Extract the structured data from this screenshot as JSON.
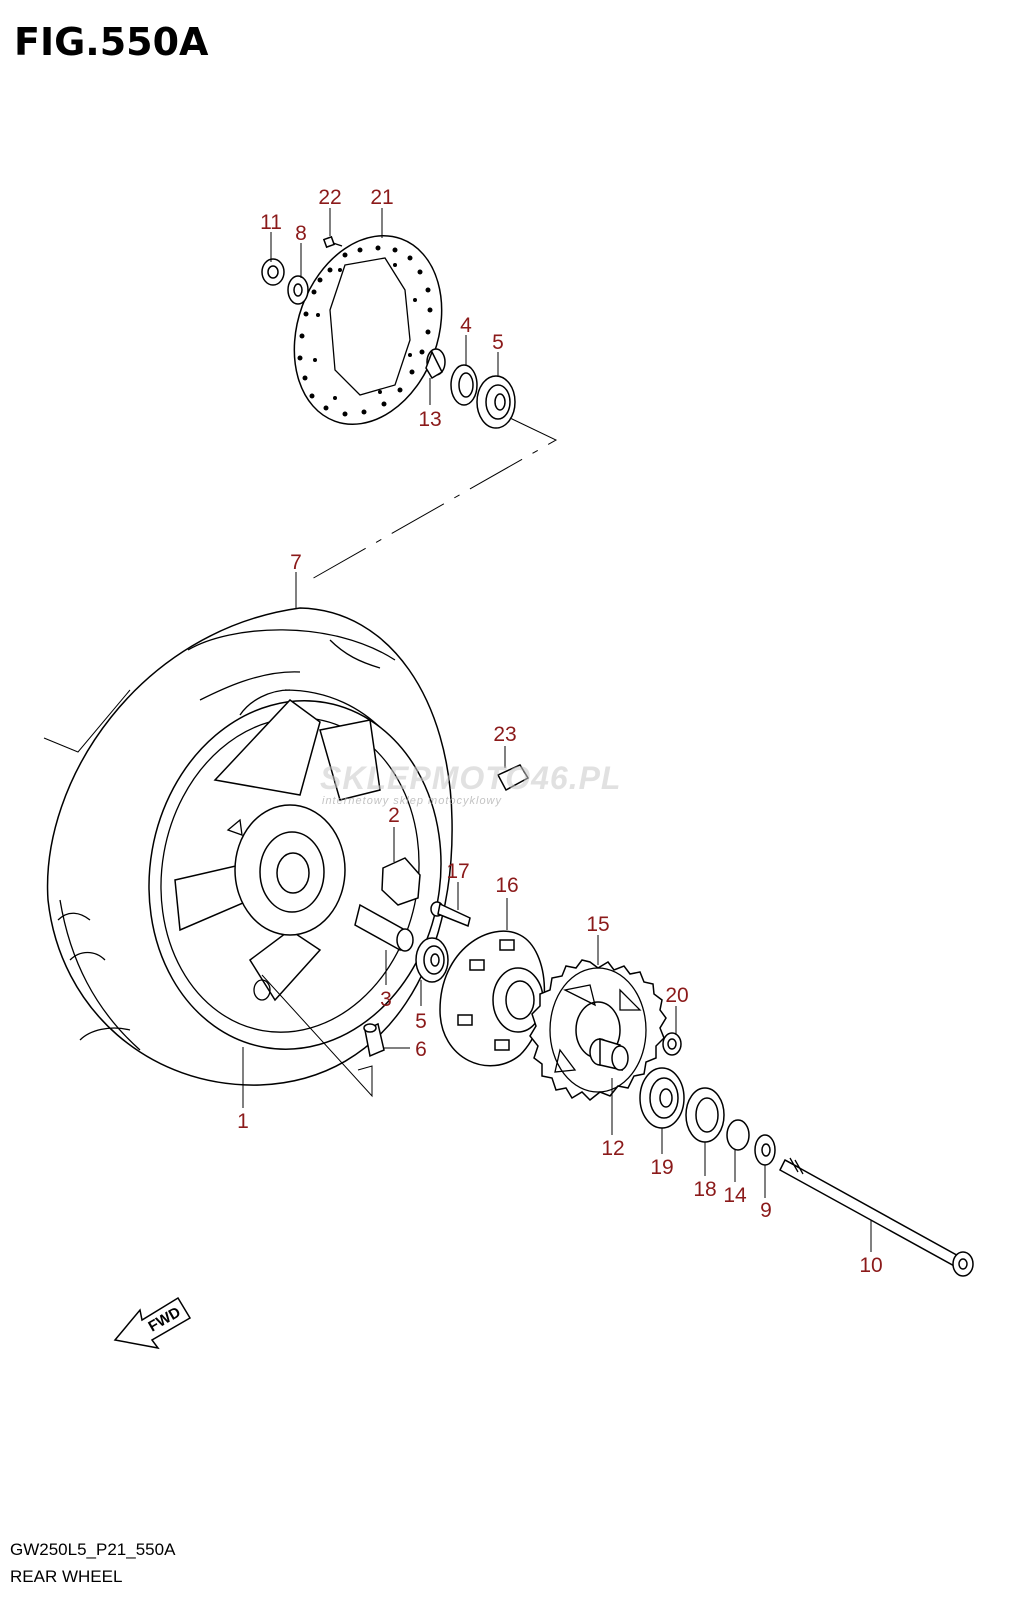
{
  "figure": {
    "title": "FIG.550A",
    "code": "GW250L5_P21_550A",
    "caption": "REAR WHEEL",
    "fwd_label": "FWD"
  },
  "watermark": {
    "brand": "SKLEPMOTO46.PL",
    "tagline": "internetowy sklep motocyklowy"
  },
  "callouts": [
    {
      "id": "c1",
      "label": "1"
    },
    {
      "id": "c2",
      "label": "2"
    },
    {
      "id": "c3",
      "label": "3"
    },
    {
      "id": "c4",
      "label": "4"
    },
    {
      "id": "c5a",
      "label": "5"
    },
    {
      "id": "c5b",
      "label": "5"
    },
    {
      "id": "c6",
      "label": "6"
    },
    {
      "id": "c7",
      "label": "7"
    },
    {
      "id": "c8",
      "label": "8"
    },
    {
      "id": "c9",
      "label": "9"
    },
    {
      "id": "c10",
      "label": "10"
    },
    {
      "id": "c11",
      "label": "11"
    },
    {
      "id": "c12",
      "label": "12"
    },
    {
      "id": "c13",
      "label": "13"
    },
    {
      "id": "c14",
      "label": "14"
    },
    {
      "id": "c15",
      "label": "15"
    },
    {
      "id": "c16",
      "label": "16"
    },
    {
      "id": "c17",
      "label": "17"
    },
    {
      "id": "c18",
      "label": "18"
    },
    {
      "id": "c19",
      "label": "19"
    },
    {
      "id": "c20",
      "label": "20"
    },
    {
      "id": "c21",
      "label": "21"
    },
    {
      "id": "c22",
      "label": "22"
    },
    {
      "id": "c23",
      "label": "23"
    }
  ],
  "colors": {
    "callout": "#8b1a1a",
    "line": "#000000"
  }
}
